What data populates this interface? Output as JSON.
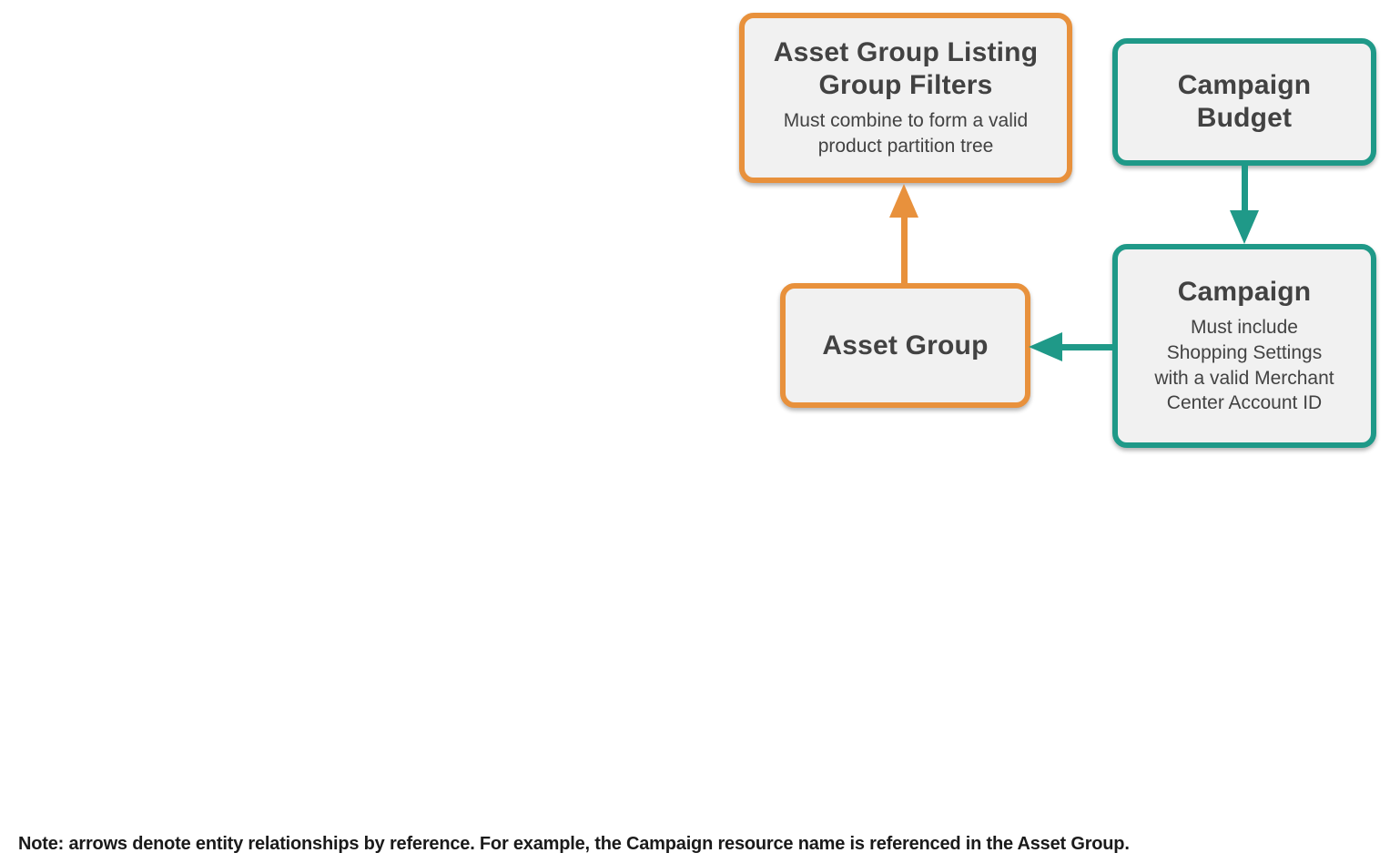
{
  "diagram": {
    "nodes": [
      {
        "id": "asset-group-listing-group-filters",
        "title": "Asset Group Listing\nGroup Filters",
        "subtitle": "Must combine to form a valid\nproduct partition tree",
        "accent": "orange"
      },
      {
        "id": "campaign-budget",
        "title": "Campaign\nBudget",
        "accent": "teal"
      },
      {
        "id": "asset-group",
        "title": "Asset Group",
        "accent": "orange"
      },
      {
        "id": "campaign",
        "title": "Campaign",
        "subtitle": "Must include\nShopping Settings\nwith a valid Merchant\nCenter Account ID",
        "accent": "teal"
      }
    ],
    "edges": [
      {
        "from": "asset-group",
        "to": "asset-group-listing-group-filters",
        "color": "orange",
        "direction": "up"
      },
      {
        "from": "campaign-budget",
        "to": "campaign",
        "color": "teal",
        "direction": "down"
      },
      {
        "from": "campaign",
        "to": "asset-group",
        "color": "teal",
        "direction": "left"
      }
    ]
  },
  "note": "Note: arrows denote entity relationships by reference. For example, the Campaign resource name is referenced in the Asset Group.",
  "colors": {
    "orange": "#E8913C",
    "teal": "#1F9988",
    "node-bg": "#F1F1F1",
    "title-text": "#424242",
    "note-text": "#1A1A1A"
  }
}
